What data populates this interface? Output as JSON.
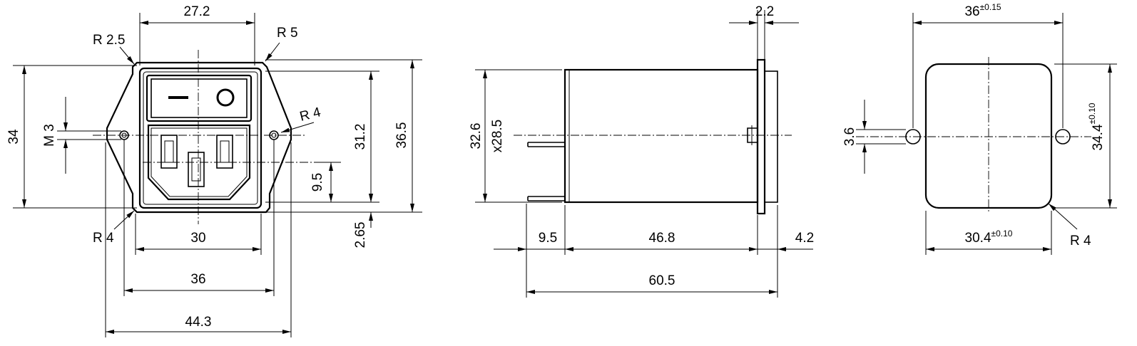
{
  "front_view": {
    "width_top": "27.2",
    "corner_radius_top_left": "R 2.5",
    "corner_radius_top_right": "R 5",
    "mount_radius": "R 4",
    "bottom_radius": "R 4",
    "height_total": "34",
    "thread": "M 3",
    "inner_height": "31.2",
    "outer_height": "36.5",
    "socket_offset": "9.5",
    "bottom_offset": "2.65",
    "width_30": "30",
    "width_36": "36",
    "width_44": "44.3"
  },
  "side_view": {
    "flange_thickness": "2.2",
    "height_32": "32.6",
    "height_28": "x28.5",
    "pin_length": "9.5",
    "body_length": "46.8",
    "flange_depth": "4.2",
    "total_length": "60.5"
  },
  "rear_view": {
    "width_value": "36",
    "width_tolerance": "±0.15",
    "height_value": "34.4",
    "height_tolerance": "±0.10",
    "hole_diameter": "3.6",
    "inner_width_value": "30.4",
    "inner_width_tolerance": "±0.10",
    "corner_radius": "R 4"
  }
}
